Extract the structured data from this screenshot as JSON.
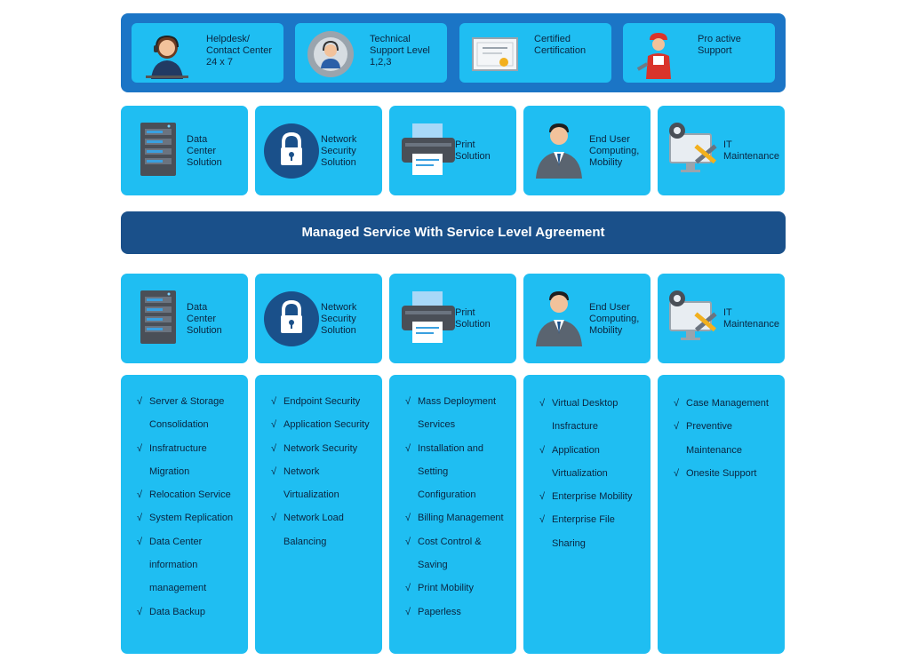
{
  "top_banner": {
    "items": [
      {
        "label": "Helpdesk/\nContact Center\n24 x 7",
        "icon": "helpdesk-agent-icon"
      },
      {
        "label": "Technical\nSupport Level 1,2,3",
        "icon": "support-gear-icon"
      },
      {
        "label": "Certified\nCertification",
        "icon": "certificate-icon"
      },
      {
        "label": "Pro active\nSupport",
        "icon": "technician-icon"
      }
    ]
  },
  "services_top": [
    {
      "label": "Data\nCenter\nSolution",
      "icon": "server-rack-icon"
    },
    {
      "label": "Network\nSecurity\nSolution",
      "icon": "padlock-icon"
    },
    {
      "label": "Print\nSolution",
      "icon": "printer-icon"
    },
    {
      "label": "End User\nComputing,\nMobility",
      "icon": "business-user-icon"
    },
    {
      "label": "IT\nMaintenance",
      "icon": "monitor-tools-icon"
    }
  ],
  "band": {
    "title": "Managed Service With Service Level Agreement"
  },
  "services_bottom": [
    {
      "label": "Data\nCenter\nSolution",
      "icon": "server-rack-icon"
    },
    {
      "label": "Network\nSecurity\nSolution",
      "icon": "padlock-icon"
    },
    {
      "label": "Print\nSolution",
      "icon": "printer-icon"
    },
    {
      "label": "End User\nComputing,\nMobility",
      "icon": "business-user-icon"
    },
    {
      "label": "IT\nMaintenance",
      "icon": "monitor-tools-icon"
    }
  ],
  "check_mark": "√",
  "features": [
    {
      "items": [
        "Server & Storage Consolidation",
        "Insfratructure Migration",
        "Relocation Service",
        "System Replication",
        "Data Center information management",
        "Data Backup"
      ]
    },
    {
      "items": [
        "Endpoint Security",
        "Application Security",
        "Network Security",
        "Network Virtualization",
        "Network Load Balancing"
      ]
    },
    {
      "items": [
        "Mass Deployment Services",
        "Installation and Setting Configuration",
        "Billing Management",
        "Cost Control & Saving",
        "Print Mobility",
        "Paperless"
      ]
    },
    {
      "items": [
        "Virtual Desktop Insfracture",
        "Application Virtualization",
        "Enterprise Mobility",
        "Enterprise File Sharing"
      ]
    },
    {
      "items": [
        "Case Management",
        "Preventive Maintenance",
        "Onesite Support"
      ]
    }
  ],
  "colors": {
    "banner": "#1b75c6",
    "card": "#1fbef2",
    "band": "#1a508a",
    "text": "#0a2540"
  }
}
